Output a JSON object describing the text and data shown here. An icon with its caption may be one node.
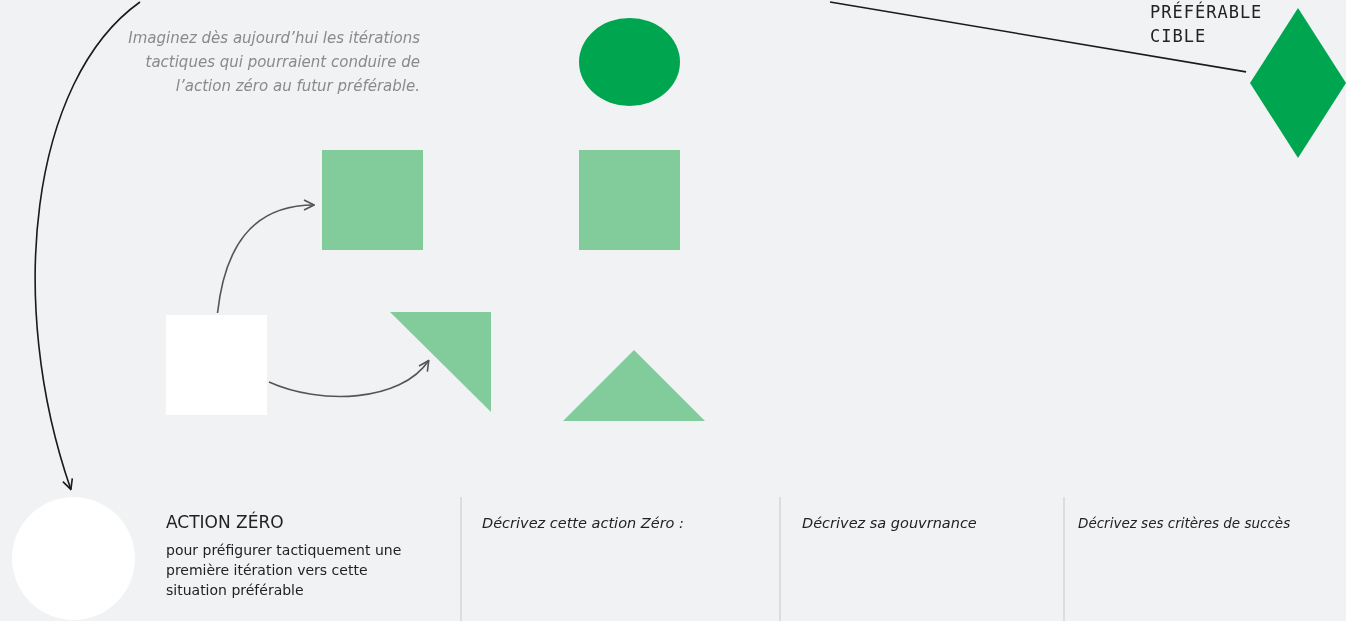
{
  "diagram": {
    "nodes": [
      {
        "text": [],
        "shape": "diamond",
        "beside": [
          "PRÉFÉRABLE CIBLE"
        ]
      },
      {
        "text": [],
        "shape": "circle"
      },
      {
        "text": [],
        "shape": "box"
      },
      {
        "text": [],
        "shape": "box"
      },
      {
        "text": [],
        "shape": "box"
      },
      {
        "text": [],
        "shape": "triangle"
      },
      {
        "text": [],
        "shape": "triangle"
      },
      {
        "text": [],
        "shape": "circle",
        "beside": [
          "ACTION ZÉRO",
          "pour préfigurer tactiquement une première itération vers cette situation préférable"
        ]
      }
    ],
    "edges": [
      {
        "from": null,
        "to": 0,
        "arrow": "none"
      },
      {
        "from": null,
        "to": 7,
        "arrow": "to"
      },
      {
        "from": 4,
        "to": 2,
        "arrow": "to",
        "color": "#555555"
      },
      {
        "from": 4,
        "to": 5,
        "arrow": "to",
        "color": "#555555"
      }
    ],
    "labels": [
      "Imaginez dès aujourd’hui les itérations tactiques qui pourraient conduire de l’action zéro au futur préférable.",
      "Décrivez cette action Zéro :",
      "Décrivez sa gouvrnance",
      "Décrivez ses critères de succès"
    ]
  }
}
